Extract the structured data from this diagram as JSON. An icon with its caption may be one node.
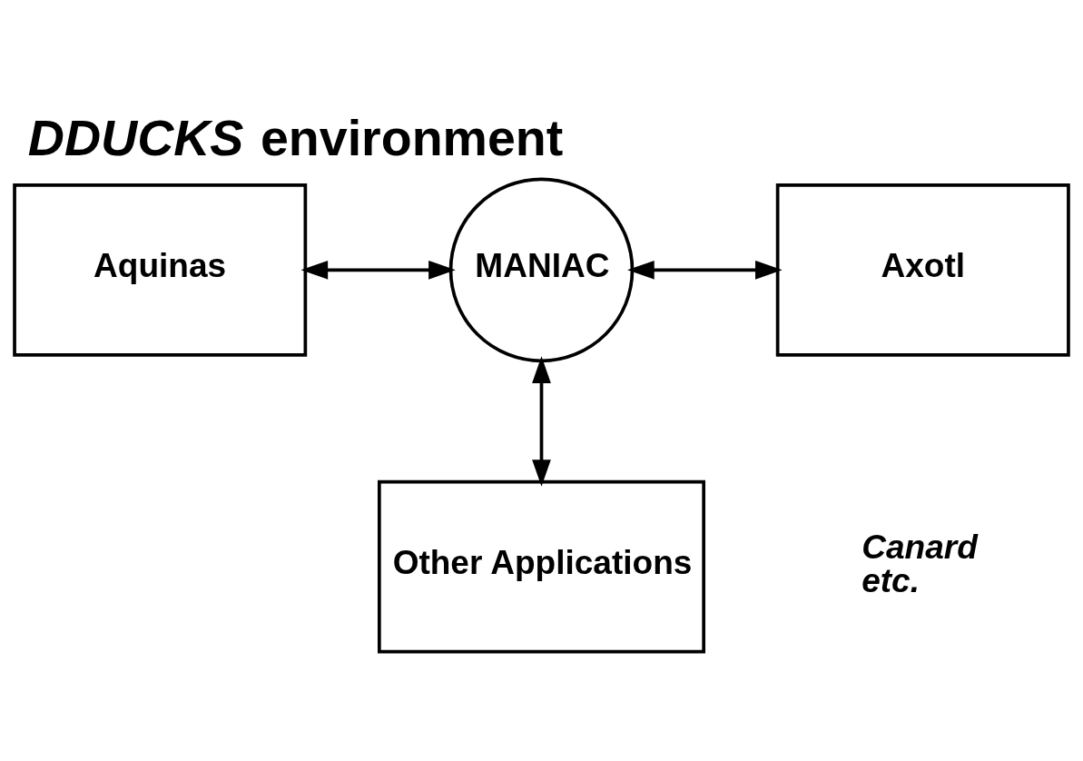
{
  "diagram": {
    "title": "*DDUCKS* environment",
    "nodes": [
      {
        "text": [
          "Aquinas"
        ]
      },
      {
        "text": [
          "MANIAC"
        ]
      },
      {
        "text": [
          "Axotl"
        ]
      },
      {
        "text": [
          "Other Applications"
        ],
        "beside": [
          "Canard",
          "etc."
        ]
      }
    ],
    "edges": [
      {
        "from": 0,
        "to": 1,
        "arrow": "both"
      },
      {
        "from": 1,
        "to": 2,
        "arrow": "both"
      },
      {
        "from": 1,
        "to": 3,
        "arrow": "both"
      }
    ]
  }
}
